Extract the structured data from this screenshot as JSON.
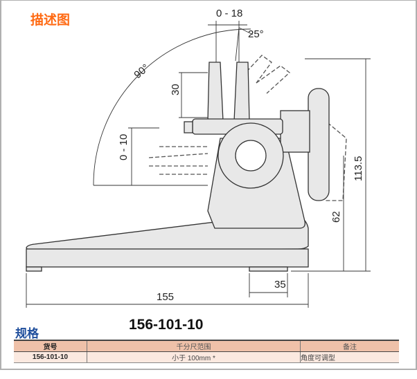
{
  "header": {
    "title": "描述图"
  },
  "drawing": {
    "dims": {
      "jaw_range": "0 - 18",
      "tilt_angle": "25°",
      "rotation_angle": "90°",
      "jaw_height": "30",
      "height_adjust": "0 - 10",
      "total_height": "113.5",
      "center_height": "62",
      "rear_offset": "35",
      "length": "155"
    }
  },
  "spec": {
    "section_title": "规格",
    "model": "156-101-10",
    "table": {
      "headers": [
        "货号",
        "千分尺范围",
        "备注"
      ],
      "rows": [
        [
          "156-101-10",
          "小于 100mm *",
          "角度可调型"
        ]
      ]
    }
  }
}
